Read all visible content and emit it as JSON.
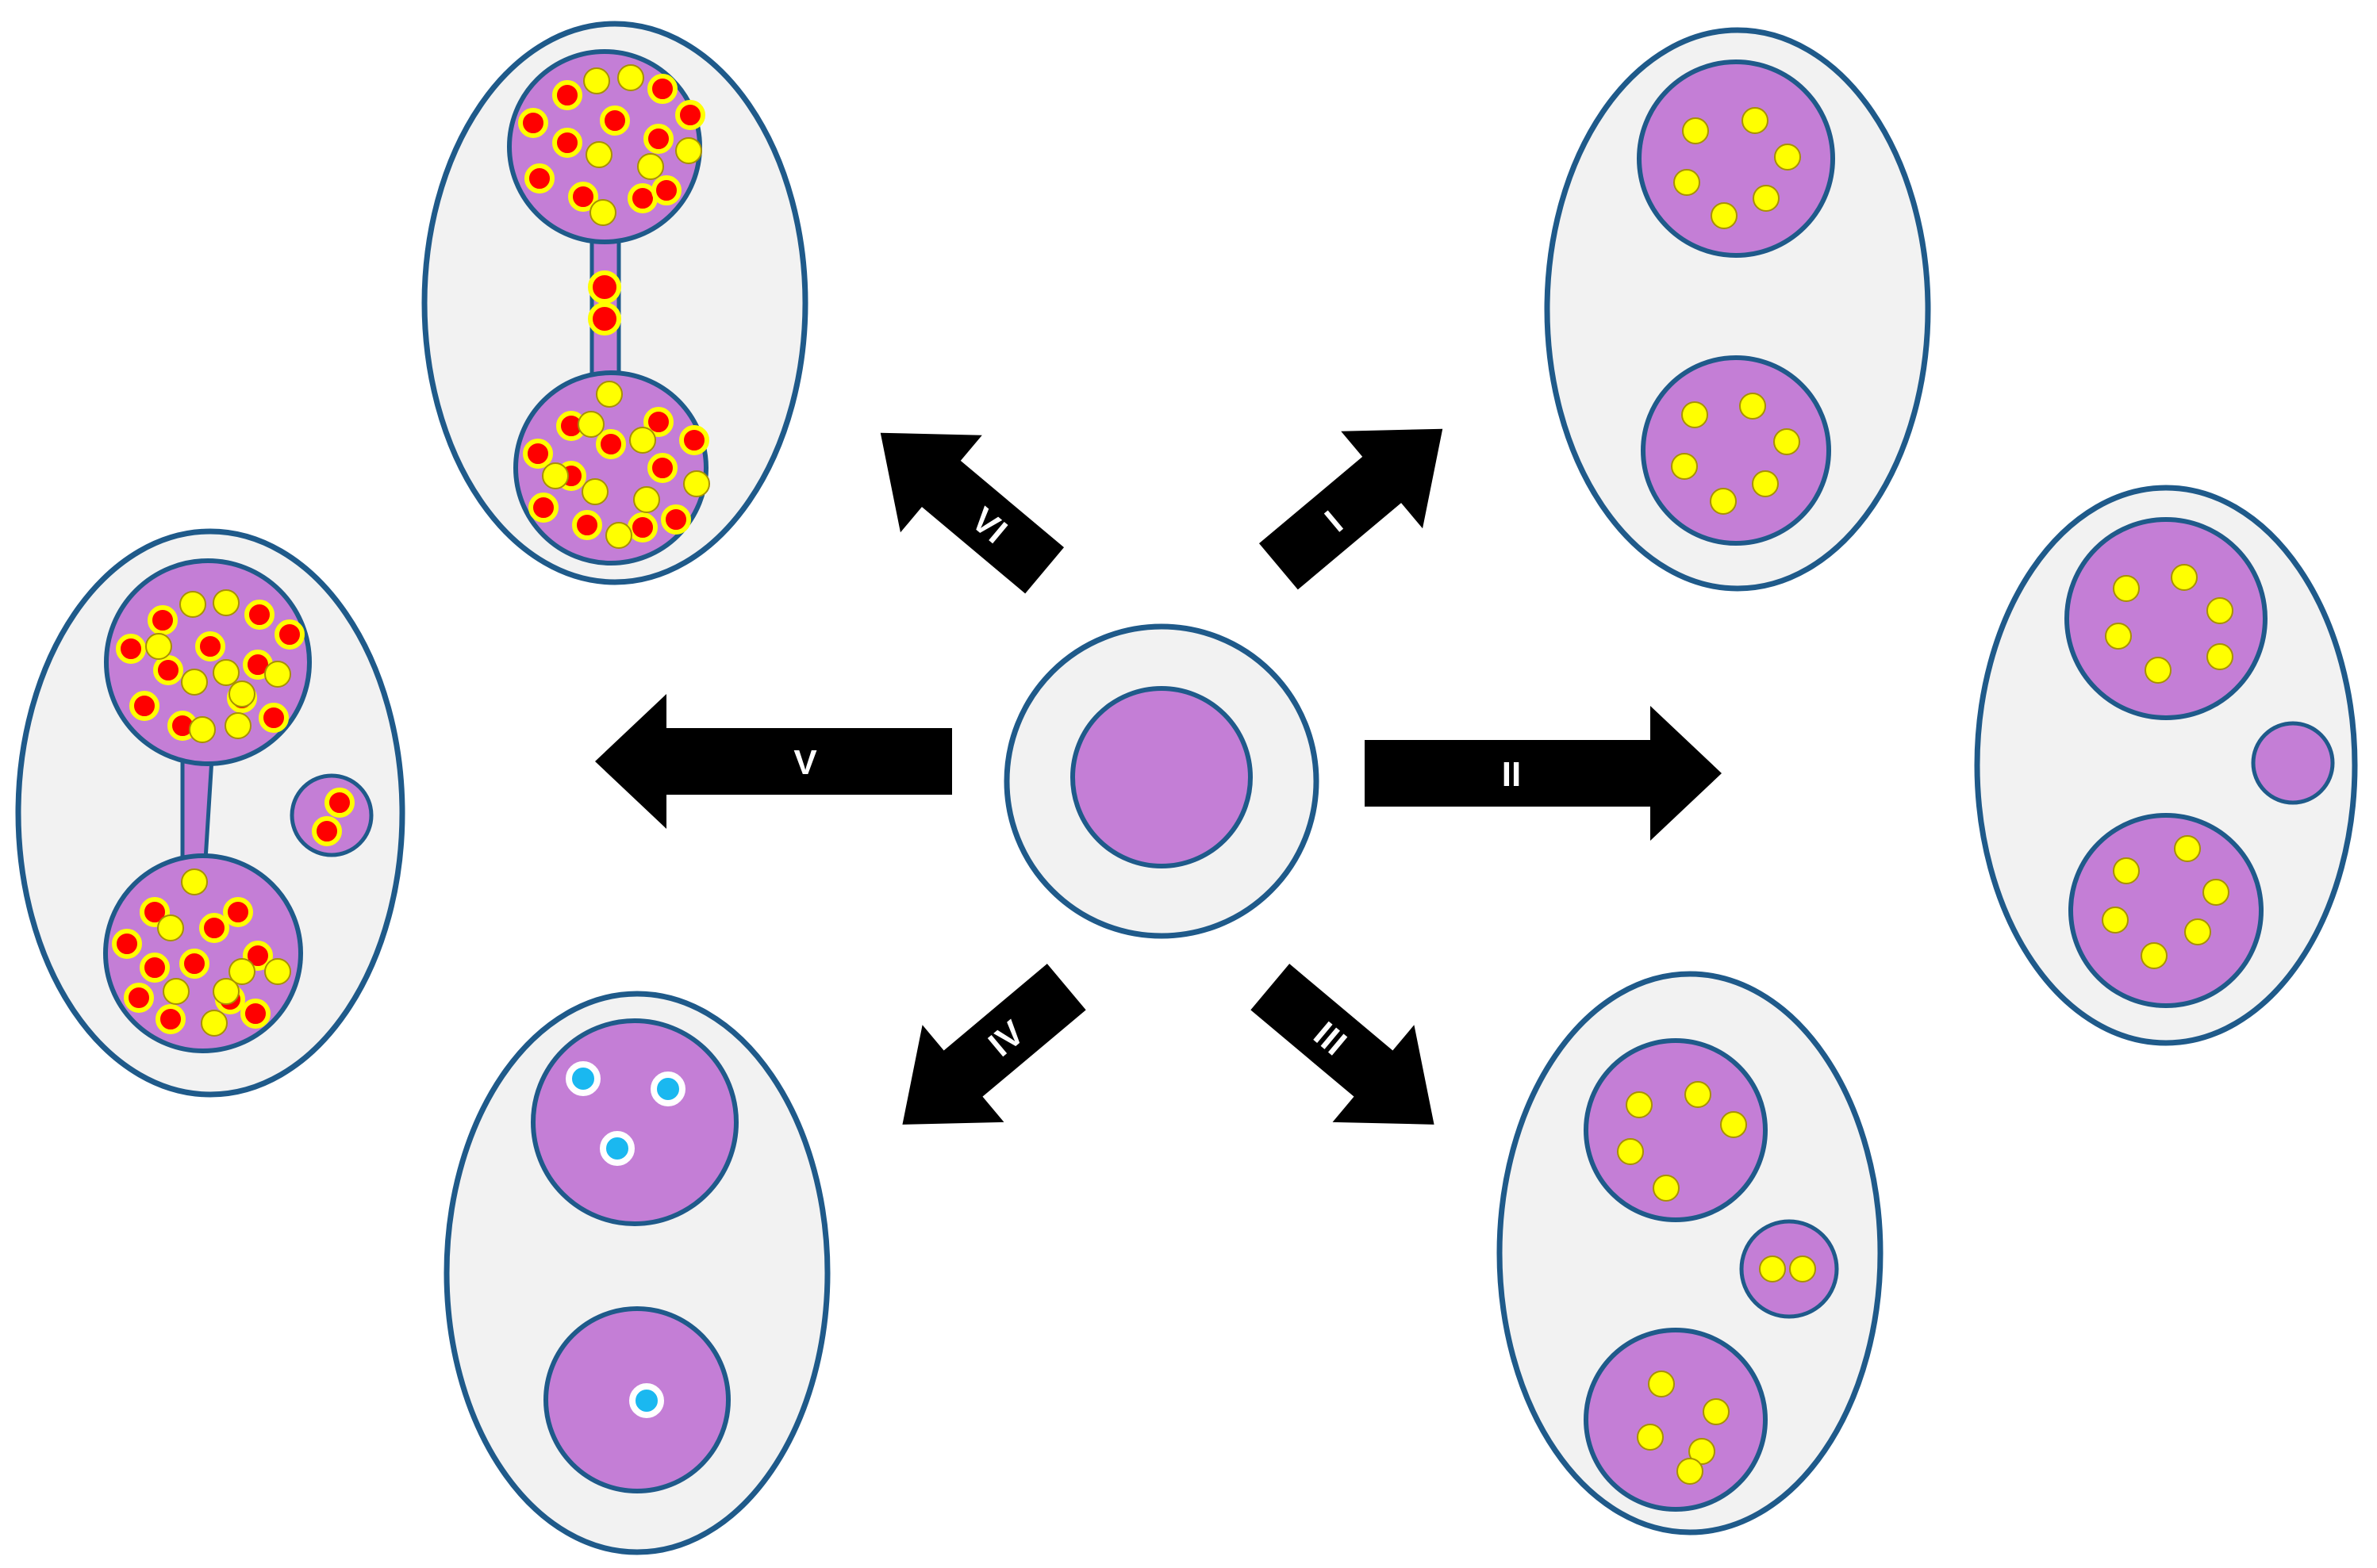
{
  "colors": {
    "cell_fill": "#f2f2f2",
    "cell_stroke": "#1f5a8a",
    "nucleus_fill": "#c47ed6",
    "granule_yellow": "#ffff00",
    "granule_red": "#ff0000",
    "granule_cyan": "#1ab8f0",
    "granule_white_ring": "#ffffff",
    "arrow": "#000000",
    "label": "#ffffff"
  },
  "arrows": [
    {
      "id": "I",
      "label": "I",
      "direction": "up-right"
    },
    {
      "id": "II",
      "label": "II",
      "direction": "right"
    },
    {
      "id": "III",
      "label": "III",
      "direction": "down-right"
    },
    {
      "id": "IV",
      "label": "IV",
      "direction": "down-left"
    },
    {
      "id": "V",
      "label": "V",
      "direction": "left"
    },
    {
      "id": "VI",
      "label": "VI",
      "direction": "up-left"
    }
  ],
  "outcomes": [
    {
      "arrow": "I",
      "nuclei": 2,
      "granules_per_nucleus": [
        6,
        6
      ],
      "granule_type": "yellow"
    },
    {
      "arrow": "II",
      "nuclei": 2,
      "micronucleus": true,
      "granules_per_nucleus": [
        6,
        6
      ],
      "granule_type": "yellow"
    },
    {
      "arrow": "III",
      "nuclei": 2,
      "micronucleus_granules": 2,
      "granules_per_nucleus": [
        5,
        5
      ],
      "granule_type": "yellow"
    },
    {
      "arrow": "IV",
      "nuclei": 2,
      "granules_per_nucleus": [
        3,
        1
      ],
      "granule_type": "cyan"
    },
    {
      "arrow": "V",
      "nuclei": 2,
      "bridge": true,
      "micronucleus_granules": 2,
      "granule_type": "mixed"
    },
    {
      "arrow": "VI",
      "nuclei": 2,
      "bridge": true,
      "bridge_granules": 2,
      "granule_type": "mixed"
    }
  ]
}
